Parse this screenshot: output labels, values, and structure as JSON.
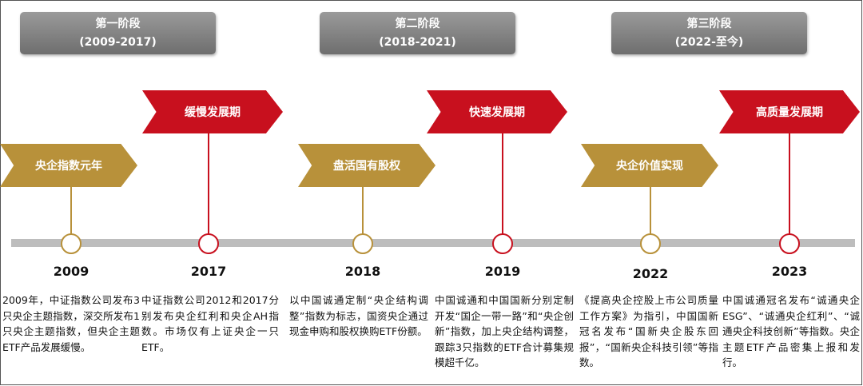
{
  "phases": [
    {
      "name": "第一阶段",
      "range": "(2009-2017)"
    },
    {
      "name": "第二阶段",
      "range": "(2018-2021)"
    },
    {
      "name": "第三阶段",
      "range": "(2022-至今)"
    }
  ],
  "milestones": [
    {
      "year": "2009",
      "label": "央企指数元年",
      "desc": "2009年，中证指数公司发布3只央企主题指数，深交所发布1只央企主题指数，但央企主题ETF产品发展缓慢。"
    },
    {
      "year": "2017",
      "label": "缓慢发展期",
      "desc": "中证指数公司2012和2017分别发布央企红利和央企AH指数。市场仅有上证央企一只ETF。"
    },
    {
      "year": "2018",
      "label": "盘活国有股权",
      "desc": "以中国诚通定制“央企结构调整”指数为标志，国资央企通过现金申购和股权换购ETF份额。"
    },
    {
      "year": "2019",
      "label": "快速发展期",
      "desc": "中国诚通和中国国新分别定制开发“国企一带一路”和“央企创新”指数，加上央企结构调整，跟踪3只指数的ETF合计募集规模超千亿。"
    },
    {
      "year": "2022",
      "label": "央企价值实现",
      "desc": "《提高央企控股上市公司质量工作方案》为指引，中国国新冠名发布“国新央企股东回报”，“国新央企科技引领”等指数。"
    },
    {
      "year": "2023",
      "label": "高质量发展期",
      "desc": "中国诚通冠名发布“诚通央企ESG”、“诚通央企红利”、“诚通央企科技创新”等指数。央企主题ETF产品密集上报和发行。"
    }
  ],
  "colors": {
    "gold": "#b8913a",
    "red": "#c8101e",
    "gray": "#bdbdbd"
  }
}
